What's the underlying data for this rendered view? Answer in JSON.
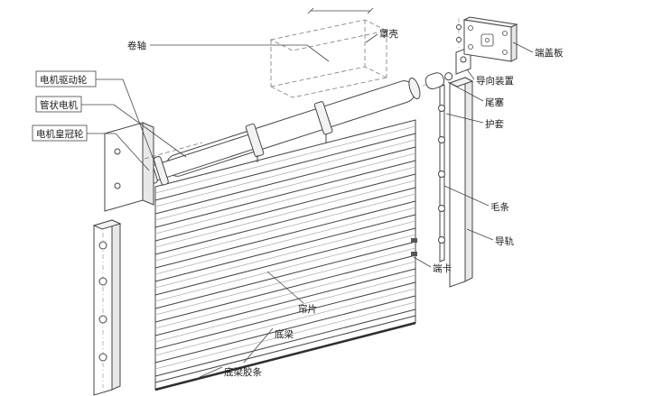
{
  "labels": {
    "roller_shaft": "卷轴",
    "housing": "罩壳",
    "end_cover_plate": "端盖板",
    "guide_device": "导向装置",
    "tail_plug": "尾塞",
    "sheath": "护套",
    "brush_strip": "毛条",
    "guide_rail": "导轨",
    "end_clip": "端卡",
    "curtain_slat": "帘片",
    "bottom_beam": "底梁",
    "bottom_beam_rubber": "底梁胶条",
    "motor_drive_wheel": "电机驱动轮",
    "tubular_motor": "管状电机",
    "motor_crown_wheel": "电机皇冠轮"
  },
  "colors": {
    "line": "#454545",
    "background": "#ffffff"
  }
}
